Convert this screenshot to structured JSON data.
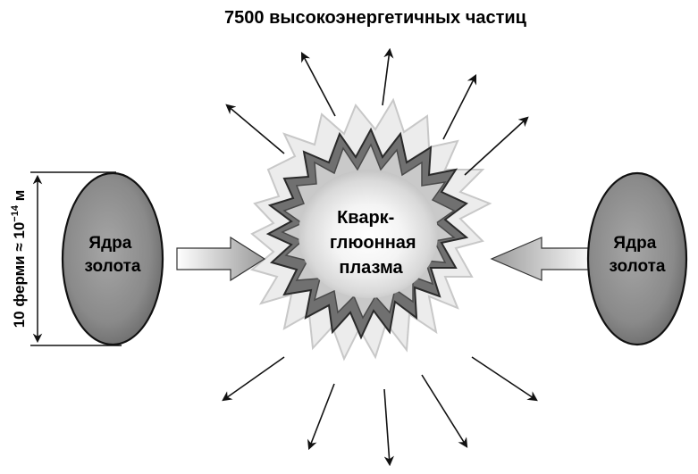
{
  "title": "7500 высокоэнергетичных частиц",
  "left_nucleus": {
    "line1": "Ядра",
    "line2": "золота"
  },
  "right_nucleus": {
    "line1": "Ядра",
    "line2": "золота"
  },
  "plasma": {
    "line1": "Кварк-",
    "line2": "глюонная",
    "line3": "плазма"
  },
  "dimension": {
    "main": "10 ферми ≈ 10",
    "exponent": "−14",
    "unit": " м"
  },
  "colors": {
    "nucleus_fill": "#8a8a8a",
    "nucleus_stroke": "#111111",
    "burst_outer": "#6e6e6e",
    "burst_inner_light": "#d4d4d4",
    "burst_center": "#ffffff",
    "halo": "#d0d0d0",
    "arrow": "#111111",
    "collision_arrow_fill": "#b0b0b0"
  },
  "icons": {
    "particle_arrow": "arrow-icon",
    "collision_arrow": "block-arrow-icon"
  }
}
